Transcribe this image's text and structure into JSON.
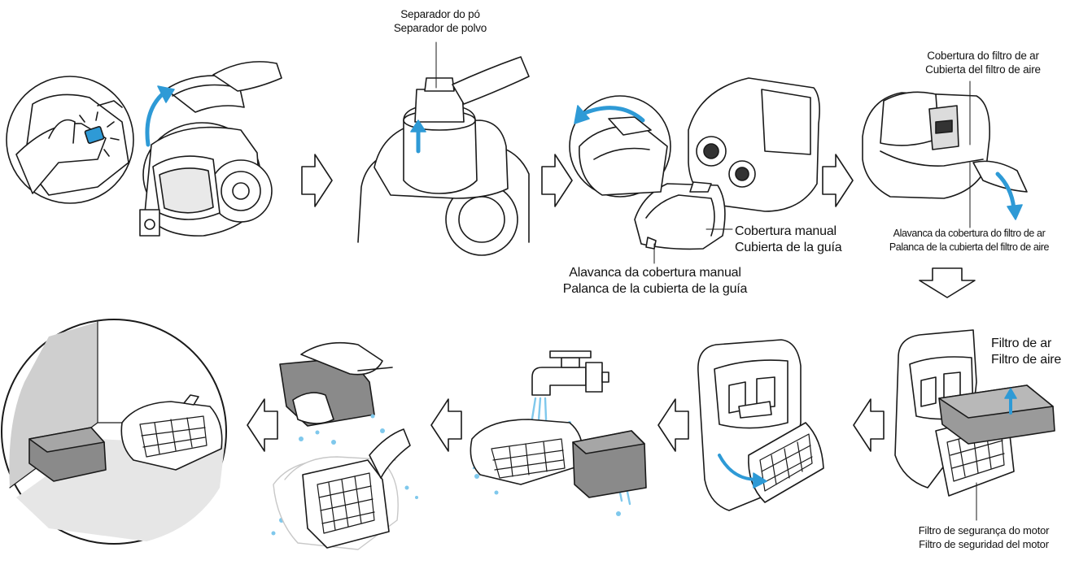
{
  "labels": {
    "dust_separator": {
      "line1": "Separador do pó",
      "line2": "Separador de polvo"
    },
    "air_filter_cover": {
      "line1": "Cobertura do filtro de ar",
      "line2": "Cubierta del filtro de aire"
    },
    "guide_cover": {
      "line1": "Cobertura manual",
      "line2": "Cubierta de la guía"
    },
    "guide_cover_lever": {
      "line1": "Alavanca da cobertura manual",
      "line2": "Palanca de la cubierta de la guía"
    },
    "air_filter_cover_lever": {
      "line1": "Alavanca da cobertura do filtro de ar",
      "line2": "Palanca de la cubierta del filtro de aire"
    },
    "air_filter": {
      "line1": "Filtro de ar",
      "line2": "Filtro de aire"
    },
    "motor_safety_filter": {
      "line1": "Filtro de segurança do motor",
      "line2": "Filtro de seguridad del motor"
    }
  },
  "colors": {
    "line": "#1a1a1a",
    "body_fill": "#ffffff",
    "accent_blue": "#2e9ad6",
    "water_blue": "#7fc8ec",
    "filter_gray": "#8a8a8a",
    "shadow_gray": "#cfcfcf"
  },
  "steps": [
    {
      "id": 1,
      "icon": "press-button-open-lid"
    },
    {
      "id": 2,
      "icon": "lift-dust-separator"
    },
    {
      "id": 3,
      "icon": "open-guide-cover"
    },
    {
      "id": 4,
      "icon": "open-air-filter-cover"
    },
    {
      "id": 5,
      "icon": "remove-air-filter"
    },
    {
      "id": 6,
      "icon": "remove-motor-safety-filter"
    },
    {
      "id": 7,
      "icon": "rinse-filters-under-tap"
    },
    {
      "id": 8,
      "icon": "wring-and-shake-filters"
    },
    {
      "id": 9,
      "icon": "dry-filters-in-shade"
    }
  ]
}
